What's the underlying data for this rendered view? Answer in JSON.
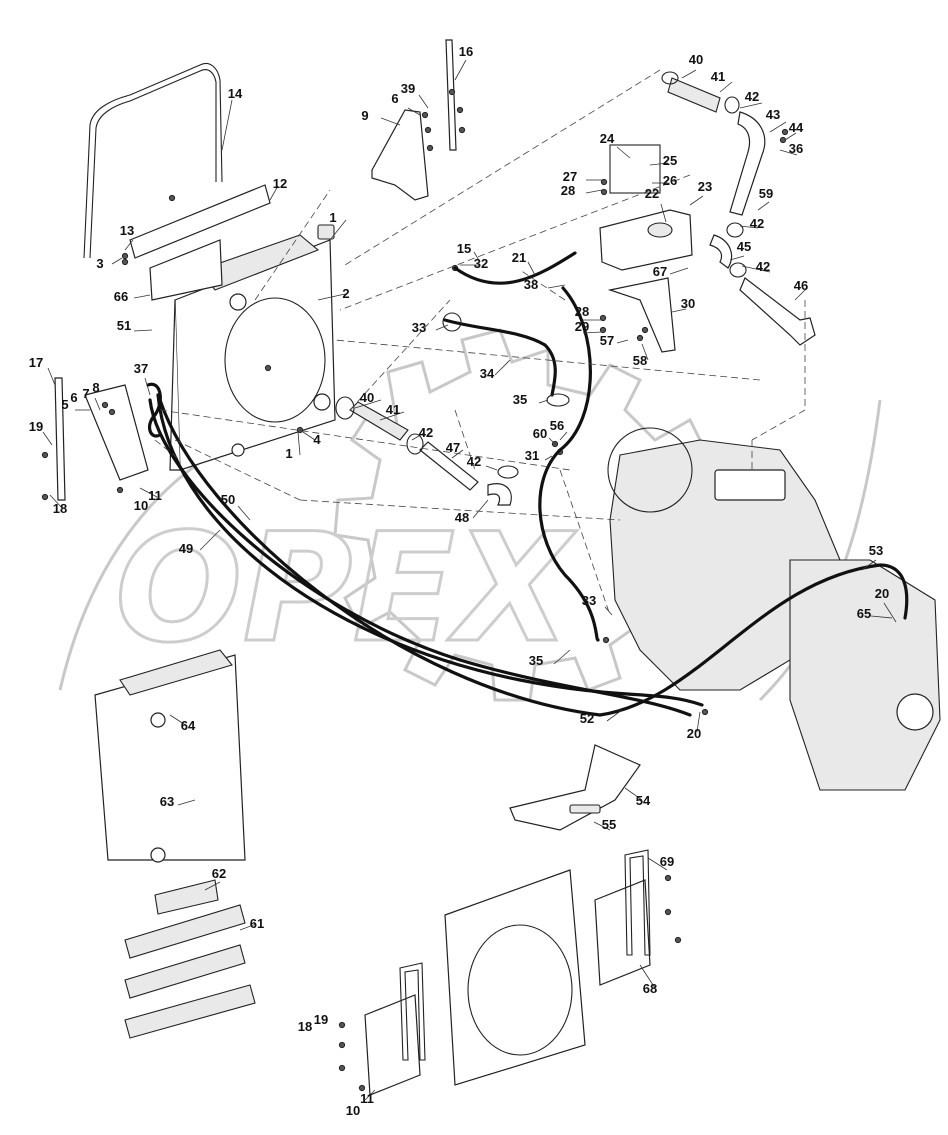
{
  "watermark": "OPEX",
  "callouts": [
    {
      "id": "c1a",
      "text": "1"
    },
    {
      "id": "c1b",
      "text": "1"
    },
    {
      "id": "c2",
      "text": "2"
    },
    {
      "id": "c3",
      "text": "3"
    },
    {
      "id": "c4",
      "text": "4"
    },
    {
      "id": "c5",
      "text": "5"
    },
    {
      "id": "c6a",
      "text": "6"
    },
    {
      "id": "c6b",
      "text": "6"
    },
    {
      "id": "c7",
      "text": "7"
    },
    {
      "id": "c8",
      "text": "8"
    },
    {
      "id": "c9",
      "text": "9"
    },
    {
      "id": "c10a",
      "text": "10"
    },
    {
      "id": "c10b",
      "text": "10"
    },
    {
      "id": "c11a",
      "text": "11"
    },
    {
      "id": "c11b",
      "text": "11"
    },
    {
      "id": "c12",
      "text": "12"
    },
    {
      "id": "c13",
      "text": "13"
    },
    {
      "id": "c14",
      "text": "14"
    },
    {
      "id": "c15",
      "text": "15"
    },
    {
      "id": "c16",
      "text": "16"
    },
    {
      "id": "c17",
      "text": "17"
    },
    {
      "id": "c18a",
      "text": "18"
    },
    {
      "id": "c18b",
      "text": "18"
    },
    {
      "id": "c19a",
      "text": "19"
    },
    {
      "id": "c19b",
      "text": "19"
    },
    {
      "id": "c20a",
      "text": "20"
    },
    {
      "id": "c20b",
      "text": "20"
    },
    {
      "id": "c21",
      "text": "21"
    },
    {
      "id": "c22",
      "text": "22"
    },
    {
      "id": "c23",
      "text": "23"
    },
    {
      "id": "c24",
      "text": "24"
    },
    {
      "id": "c25",
      "text": "25"
    },
    {
      "id": "c26",
      "text": "26"
    },
    {
      "id": "c27",
      "text": "27"
    },
    {
      "id": "c28a",
      "text": "28"
    },
    {
      "id": "c28b",
      "text": "28"
    },
    {
      "id": "c29",
      "text": "29"
    },
    {
      "id": "c30",
      "text": "30"
    },
    {
      "id": "c31",
      "text": "31"
    },
    {
      "id": "c32",
      "text": "32"
    },
    {
      "id": "c33a",
      "text": "33"
    },
    {
      "id": "c33b",
      "text": "33"
    },
    {
      "id": "c34",
      "text": "34"
    },
    {
      "id": "c35a",
      "text": "35"
    },
    {
      "id": "c35b",
      "text": "35"
    },
    {
      "id": "c36",
      "text": "36"
    },
    {
      "id": "c37",
      "text": "37"
    },
    {
      "id": "c38",
      "text": "38"
    },
    {
      "id": "c39",
      "text": "39"
    },
    {
      "id": "c40a",
      "text": "40"
    },
    {
      "id": "c40b",
      "text": "40"
    },
    {
      "id": "c41a",
      "text": "41"
    },
    {
      "id": "c41b",
      "text": "41"
    },
    {
      "id": "c42a",
      "text": "42"
    },
    {
      "id": "c42b",
      "text": "42"
    },
    {
      "id": "c42c",
      "text": "42"
    },
    {
      "id": "c42d",
      "text": "42"
    },
    {
      "id": "c42e",
      "text": "42"
    },
    {
      "id": "c43",
      "text": "43"
    },
    {
      "id": "c44",
      "text": "44"
    },
    {
      "id": "c45",
      "text": "45"
    },
    {
      "id": "c46",
      "text": "46"
    },
    {
      "id": "c47",
      "text": "47"
    },
    {
      "id": "c48",
      "text": "48"
    },
    {
      "id": "c49",
      "text": "49"
    },
    {
      "id": "c50",
      "text": "50"
    },
    {
      "id": "c51",
      "text": "51"
    },
    {
      "id": "c52",
      "text": "52"
    },
    {
      "id": "c53",
      "text": "53"
    },
    {
      "id": "c54",
      "text": "54"
    },
    {
      "id": "c55",
      "text": "55"
    },
    {
      "id": "c56",
      "text": "56"
    },
    {
      "id": "c57",
      "text": "57"
    },
    {
      "id": "c58",
      "text": "58"
    },
    {
      "id": "c59",
      "text": "59"
    },
    {
      "id": "c60",
      "text": "60"
    },
    {
      "id": "c61",
      "text": "61"
    },
    {
      "id": "c62",
      "text": "62"
    },
    {
      "id": "c63",
      "text": "63"
    },
    {
      "id": "c64",
      "text": "64"
    },
    {
      "id": "c65",
      "text": "65"
    },
    {
      "id": "c66",
      "text": "66"
    },
    {
      "id": "c67",
      "text": "67"
    },
    {
      "id": "c68",
      "text": "68"
    },
    {
      "id": "c69",
      "text": "69"
    }
  ]
}
